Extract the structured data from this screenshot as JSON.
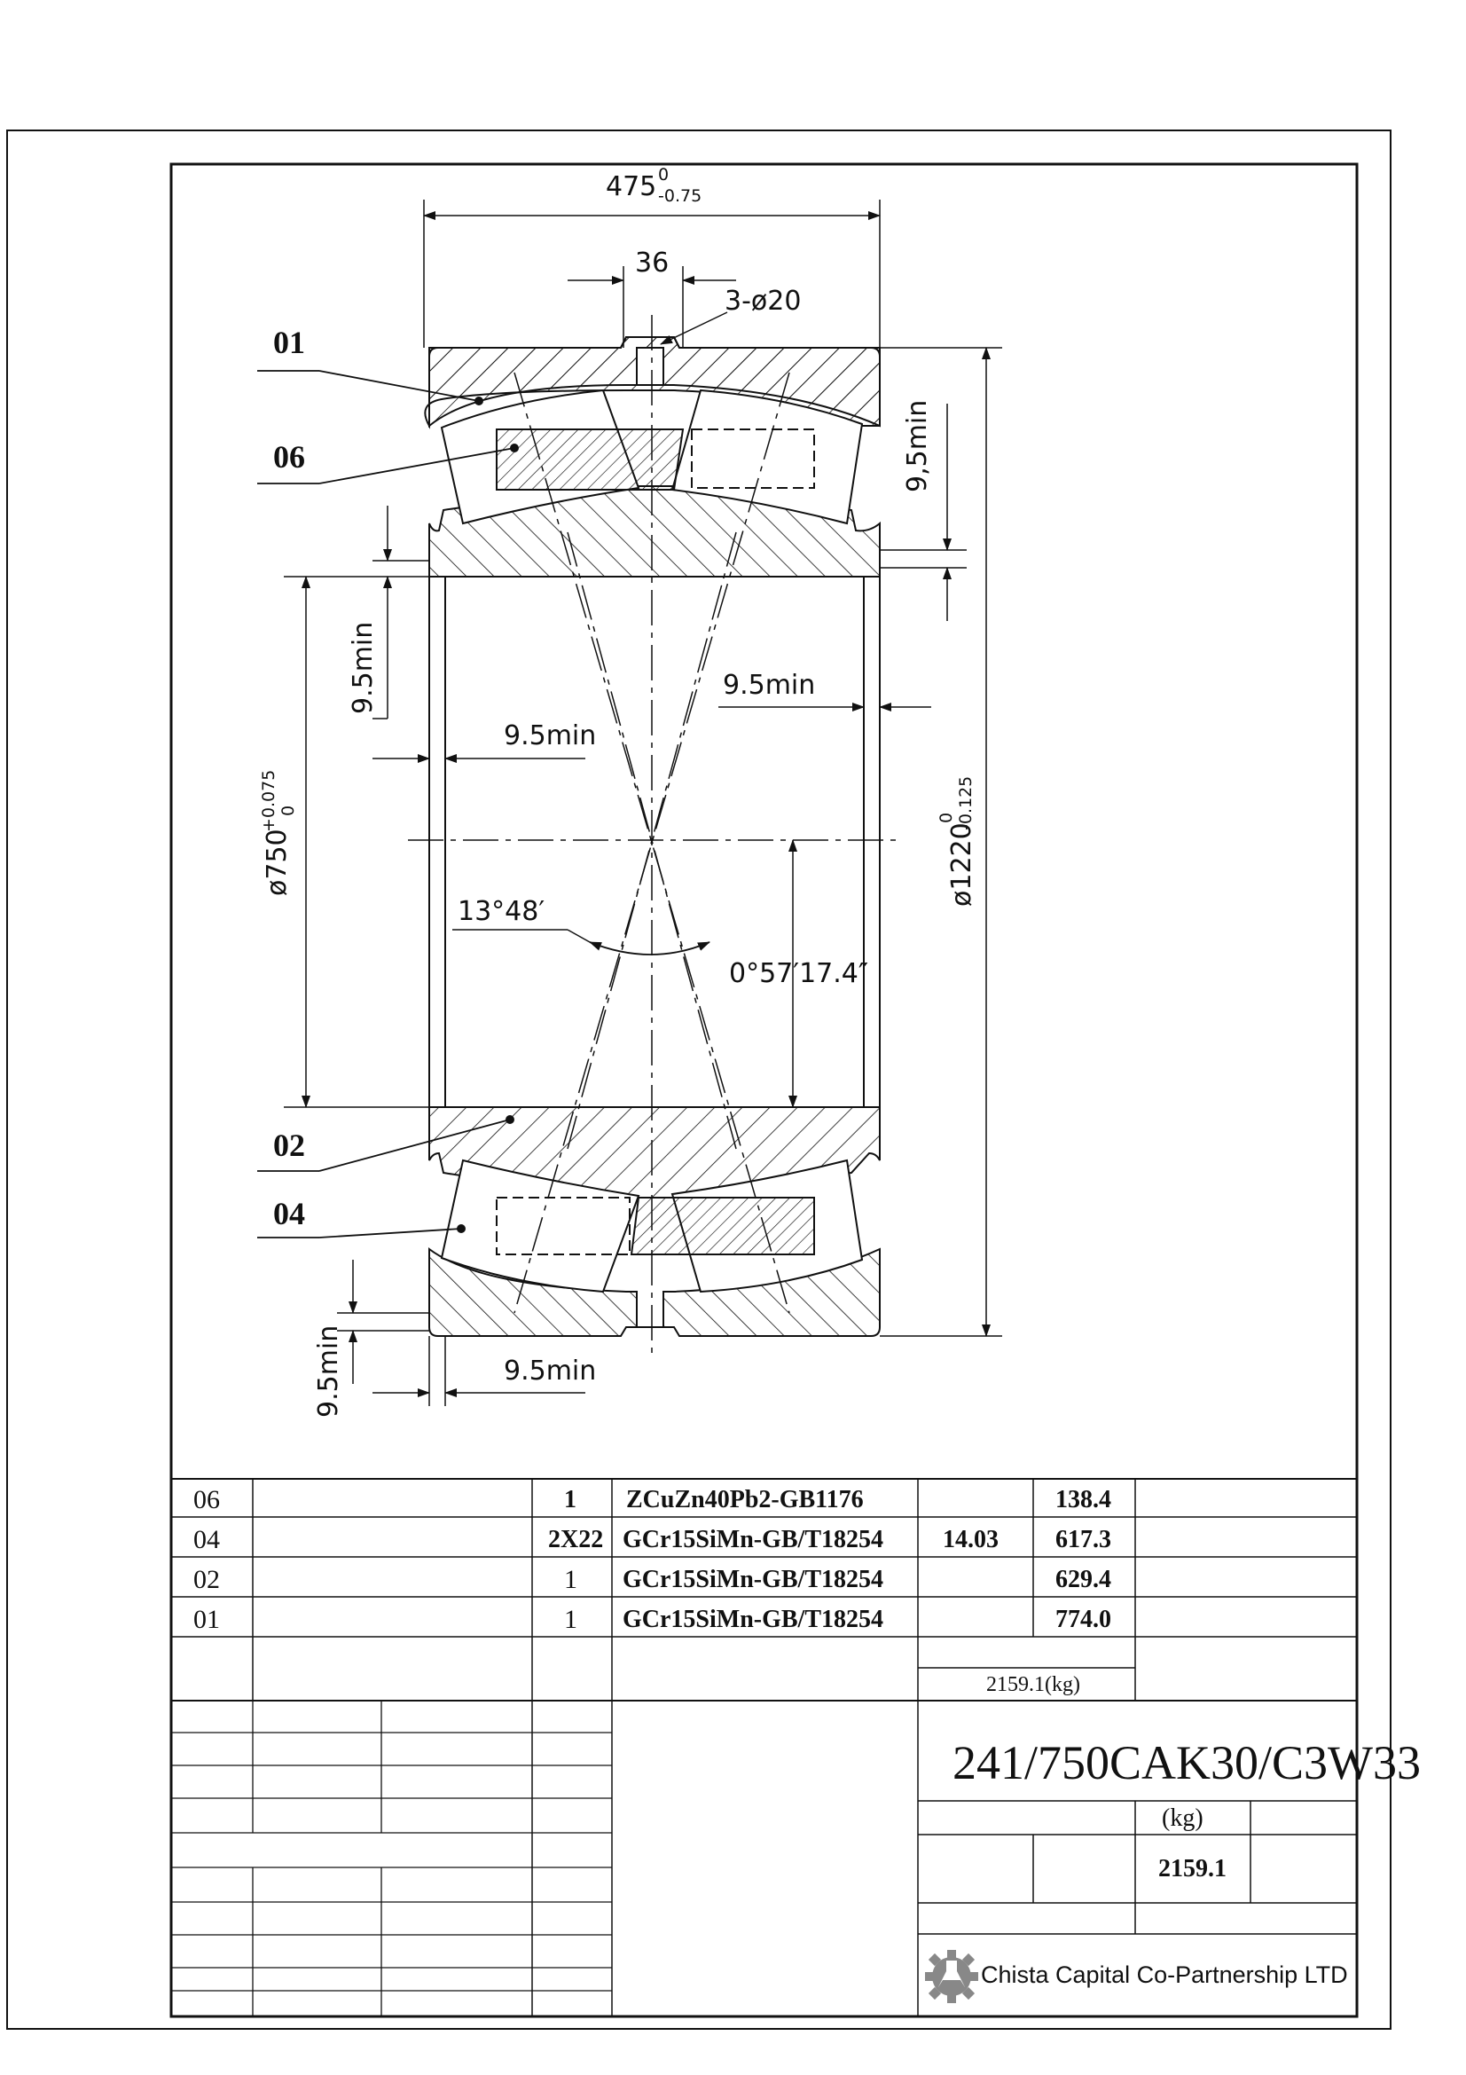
{
  "dimensions": {
    "width_main": "475",
    "width_tol_upper": "0",
    "width_tol_lower": "-0.75",
    "hole_width": "36",
    "holes": "3-ø20",
    "bore": "ø750",
    "bore_tol_upper": "+0.075",
    "bore_tol_lower": "0",
    "outer": "ø1220",
    "outer_tol_upper": "0",
    "outer_tol_lower": "-0.125",
    "chamfer_label": "9.5min",
    "chamfer_label_v1": "9.5min",
    "chamfer_label_v2": "9,5min",
    "angle_contact": "13°48′",
    "angle_taper": "0°57′17.4″"
  },
  "callouts": [
    "01",
    "06",
    "02",
    "04"
  ],
  "parts_table": {
    "rows": [
      {
        "no": "06",
        "qty": "1",
        "material": "ZCuZn40Pb2-GB1176",
        "unit": "",
        "mass": "138.4"
      },
      {
        "no": "04",
        "qty": "2X22",
        "material": "GCr15SiMn-GB/T18254",
        "unit": "14.03",
        "mass": "617.3"
      },
      {
        "no": "02",
        "qty": "1",
        "material": "GCr15SiMn-GB/T18254",
        "unit": "",
        "mass": "629.4"
      },
      {
        "no": "01",
        "qty": "1",
        "material": "GCr15SiMn-GB/T18254",
        "unit": "",
        "mass": "774.0"
      }
    ],
    "total": "2159.1(kg)"
  },
  "title_block": {
    "designation": "241/750CAK30/C3W33",
    "mass_unit": "(kg)",
    "mass_value": "2159.1",
    "company": "Chista Capital Co-Partnership LTD",
    "logo_icon": "gear-flask-logo-icon"
  }
}
